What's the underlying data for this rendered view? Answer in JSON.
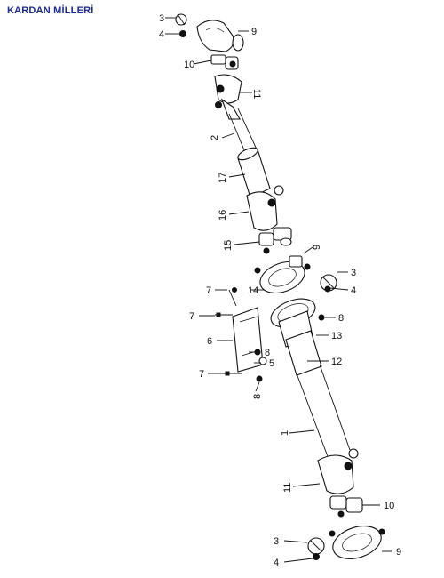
{
  "title": "KARDAN MİLLERİ",
  "labels": {
    "top_3": "3",
    "top_4": "4",
    "top_9": "9",
    "top_10": "10",
    "top_11": "11",
    "l_2": "2",
    "l_17": "17",
    "l_16": "16",
    "l_15": "15",
    "mid_9": "9",
    "mid_3": "3",
    "mid_4": "4",
    "l_7a": "7",
    "l_14": "14",
    "l_7b": "7",
    "l_8a": "8",
    "l_6": "6",
    "l_13": "13",
    "l_8b": "8",
    "l_5": "5",
    "l_12": "12",
    "l_7c": "7",
    "l_8c": "8",
    "l_1": "1",
    "bot_11": "11",
    "bot_10": "10",
    "bot_3": "3",
    "bot_9": "9",
    "bot_4": "4"
  }
}
